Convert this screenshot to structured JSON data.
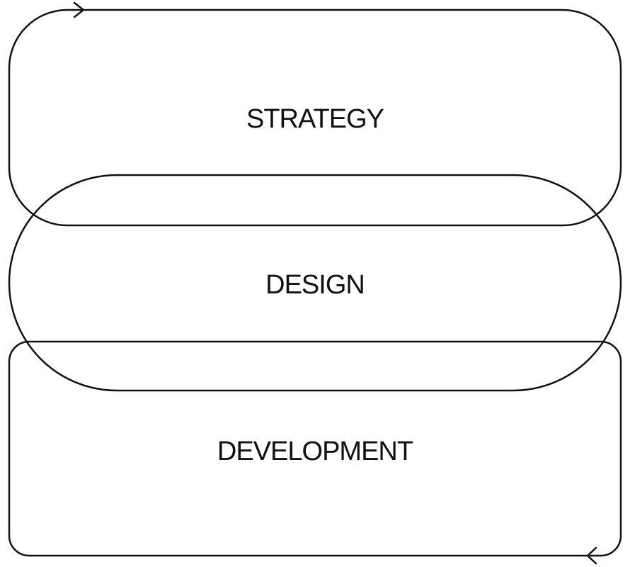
{
  "diagram": {
    "stages": [
      {
        "id": "strategy",
        "label": "STRATEGY"
      },
      {
        "id": "design",
        "label": "DESIGN"
      },
      {
        "id": "development",
        "label": "DEVELOPMENT"
      }
    ],
    "colors": {
      "stroke": "#111111",
      "text": "#111111",
      "background": "#ffffff"
    }
  }
}
